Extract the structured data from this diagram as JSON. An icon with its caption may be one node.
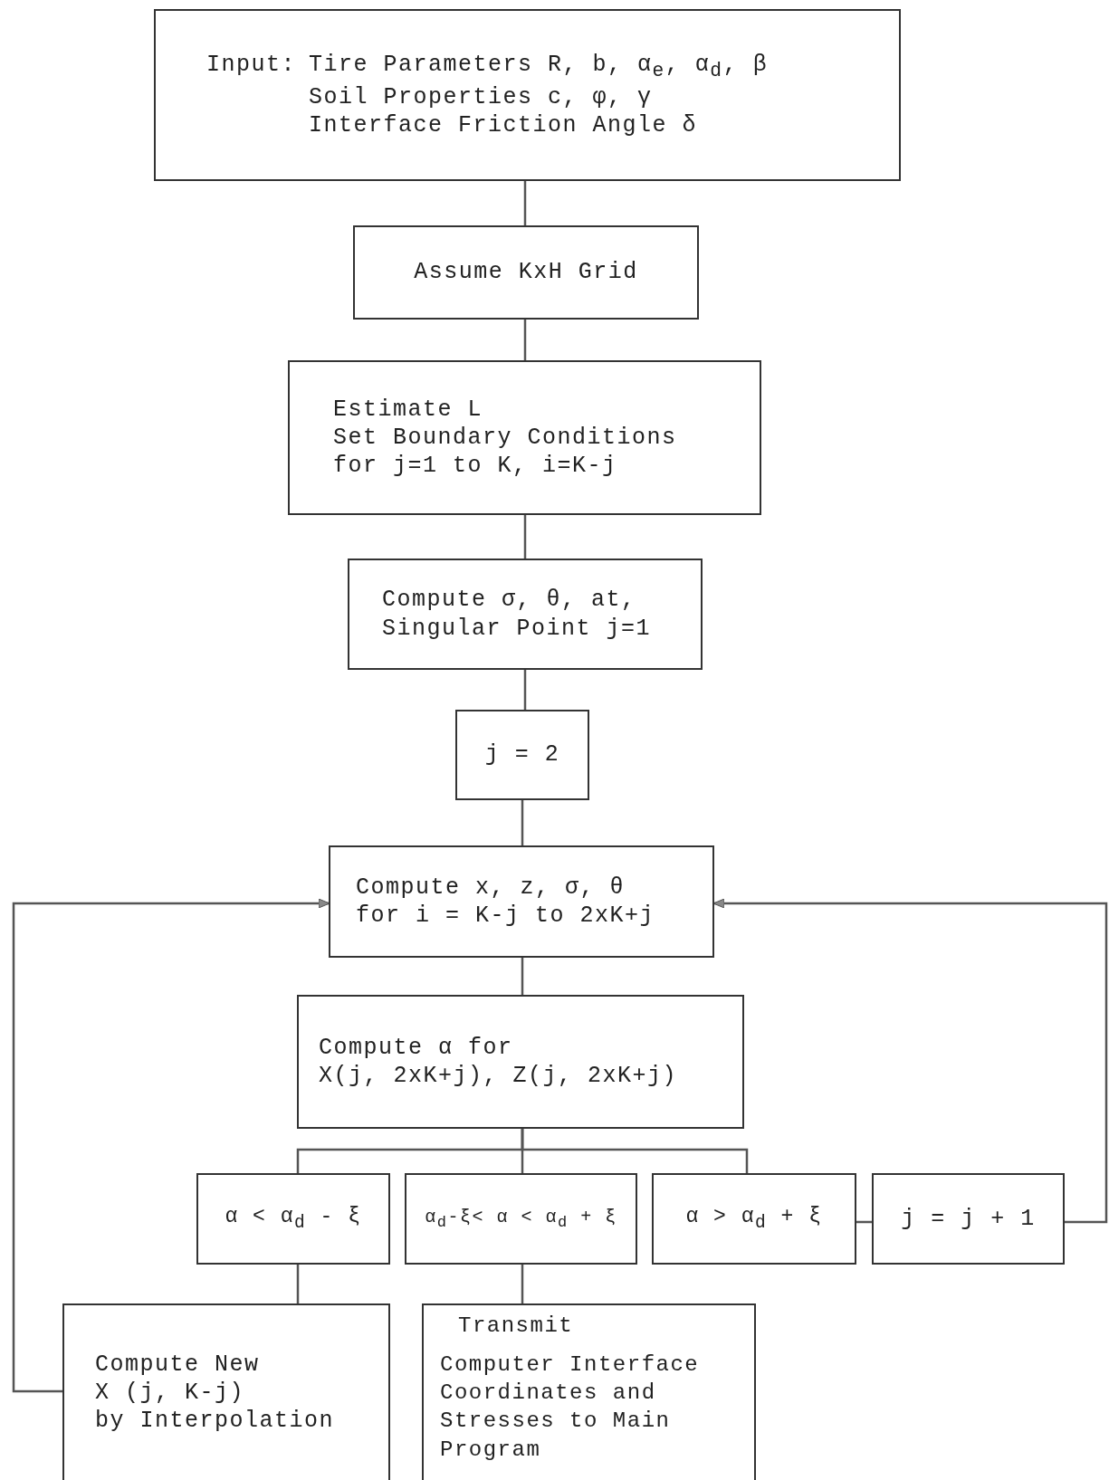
{
  "diagram": {
    "nodes": [
      {
        "text": [
          "Input:",
          "Tire Parameters R, b, α$_{e}$, α$_{d}$, β",
          "Soil Properties c, φ, γ",
          "Interface Friction Angle δ"
        ]
      },
      {
        "text": [
          "Assume KxH Grid"
        ]
      },
      {
        "text": [
          "Estimate L",
          "Set Boundary Conditions",
          "for j=1 to K, i=K-j"
        ]
      },
      {
        "text": [
          "Compute σ, θ, at,",
          "Singular Point j=1"
        ]
      },
      {
        "text": [
          "j = 2"
        ]
      },
      {
        "text": [
          "Compute x, z, σ, θ",
          "for i = K-j to 2xK+j"
        ]
      },
      {
        "text": [
          "Compute α for",
          "X(j, 2xK+j), Z(j, 2xK+j)"
        ]
      },
      {
        "text": [
          "α < α$_{d}$ - ξ"
        ]
      },
      {
        "text": [
          "α$_{d}$-ξ< α < α$_{d}$ + ξ"
        ]
      },
      {
        "text": [
          "α > α$_{d}$ + ξ"
        ]
      },
      {
        "text": [
          "j = j + 1"
        ]
      },
      {
        "text": [
          "Compute New",
          "X (j, K-j)",
          "by Interpolation"
        ]
      },
      {
        "text": [
          "Transmit",
          "Computer Interface Coordinates and Stresses to Main Program"
        ]
      }
    ],
    "edges": [
      {
        "from": 0,
        "to": 1,
        "arrow": "none"
      },
      {
        "from": 1,
        "to": 2,
        "arrow": "none"
      },
      {
        "from": 2,
        "to": 3,
        "arrow": "none"
      },
      {
        "from": 3,
        "to": 4,
        "arrow": "none"
      },
      {
        "from": 4,
        "to": 5,
        "arrow": "none"
      },
      {
        "from": 5,
        "to": 6,
        "arrow": "none"
      },
      {
        "from": 6,
        "to": 7,
        "arrow": "none"
      },
      {
        "from": 6,
        "to": 8,
        "arrow": "none"
      },
      {
        "from": 6,
        "to": 9,
        "arrow": "none"
      },
      {
        "from": 9,
        "to": 10,
        "arrow": "none"
      },
      {
        "from": 10,
        "to": 5,
        "arrow": "to"
      },
      {
        "from": 7,
        "to": 11,
        "arrow": "none"
      },
      {
        "from": 8,
        "to": 12,
        "arrow": "none"
      },
      {
        "from": 11,
        "to": 5,
        "arrow": "to"
      }
    ]
  }
}
